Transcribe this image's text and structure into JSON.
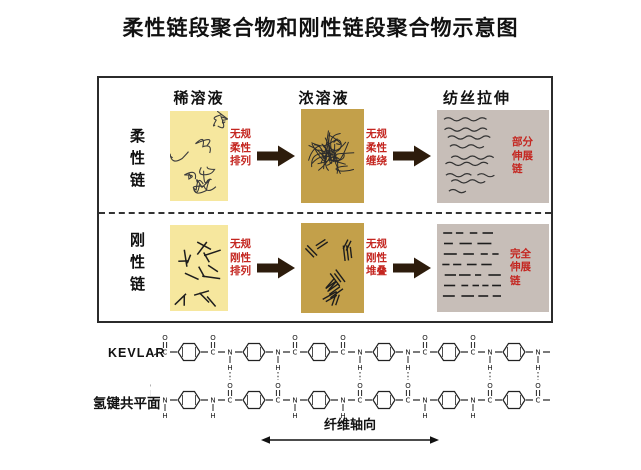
{
  "title": "柔性链段聚合物和刚性链段聚合物示意图",
  "diagram": {
    "col_headers": [
      "稀溶液",
      "浓溶液",
      "纺丝拉伸"
    ],
    "row_labels": [
      "柔性链",
      "刚性链"
    ],
    "flexible": {
      "dilute_label": "无规柔性排列",
      "concentrated_label": "无规柔性缠绕",
      "stretched_label": "部分伸展链"
    },
    "rigid": {
      "dilute_label": "无规刚性排列",
      "concentrated_label": "无规刚性堆叠",
      "stretched_label": "完全伸展链"
    },
    "colors": {
      "dilute_bg": "#f6e79e",
      "concentrated_bg": "#c3a04a",
      "stretched_bg": "#c7beb8",
      "label_red": "#c42620",
      "arrow": "#2d1c0c"
    }
  },
  "structure": {
    "kevlar_label": "KEVLAR",
    "hbond_label": "氢键共平面",
    "axis_label": "纤维轴向",
    "atoms": {
      "carbon": "C",
      "oxygen": "O",
      "nitrogen": "N",
      "hydrogen": "H"
    }
  }
}
